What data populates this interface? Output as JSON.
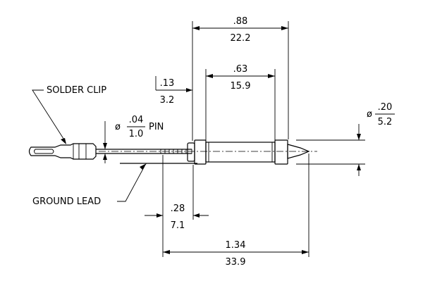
{
  "labels": {
    "solder_clip": "SOLDER CLIP",
    "ground_lead": "GROUND LEAD",
    "pin": "PIN",
    "diameter_symbol": "ø"
  },
  "dimensions": {
    "overall_body": {
      "inch": ".88",
      "mm": "22.2"
    },
    "center_body": {
      "inch": ".63",
      "mm": "15.9"
    },
    "end_cap": {
      "inch": ".13",
      "mm": "3.2"
    },
    "pin_diameter": {
      "inch": ".04",
      "mm": "1.0"
    },
    "body_diameter": {
      "inch": ".20",
      "mm": "5.2"
    },
    "lead_offset": {
      "inch": ".28",
      "mm": "7.1"
    },
    "overall_length": {
      "inch": "1.34",
      "mm": "33.9"
    }
  }
}
